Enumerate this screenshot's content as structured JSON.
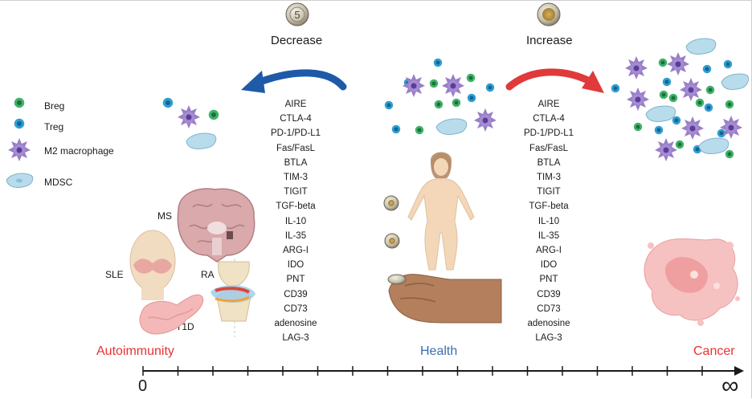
{
  "headers": {
    "left": "Decrease",
    "right": "Increase"
  },
  "legend": [
    {
      "label": "Breg",
      "icon": "breg-cell-icon"
    },
    {
      "label": "Treg",
      "icon": "treg-cell-icon"
    },
    {
      "label": "M2 macrophage",
      "icon": "m2-macrophage-icon"
    },
    {
      "label": "MDSC",
      "icon": "mdsc-cell-icon"
    }
  ],
  "molecules": [
    "AIRE",
    "CTLA-4",
    "PD-1/PD-L1",
    "Fas/FasL",
    "BTLA",
    "TIM-3",
    "TIGIT",
    "TGF-beta",
    "IL-10",
    "IL-35",
    "ARG-I",
    "IDO",
    "PNT",
    "CD39",
    "CD73",
    "adenosine",
    "LAG-3"
  ],
  "diseases": {
    "ms": "MS",
    "sle": "SLE",
    "ra": "RA",
    "t1d": "T1D"
  },
  "categories": {
    "autoimmunity": "Autoimmunity",
    "health": "Health",
    "cancer": "Cancer"
  },
  "axis": {
    "start": "0",
    "end": "∞"
  },
  "colors": {
    "autoimmunity": "#e63232",
    "health": "#3a6cb5",
    "cancer": "#e63232",
    "breg": "#3fb36a",
    "treg": "#2f9fd3",
    "m2": "#9a7fc8",
    "mdsc": "#b8dcec",
    "decrease_arrow": "#1e5aa8",
    "increase_arrow": "#e03a3a"
  }
}
